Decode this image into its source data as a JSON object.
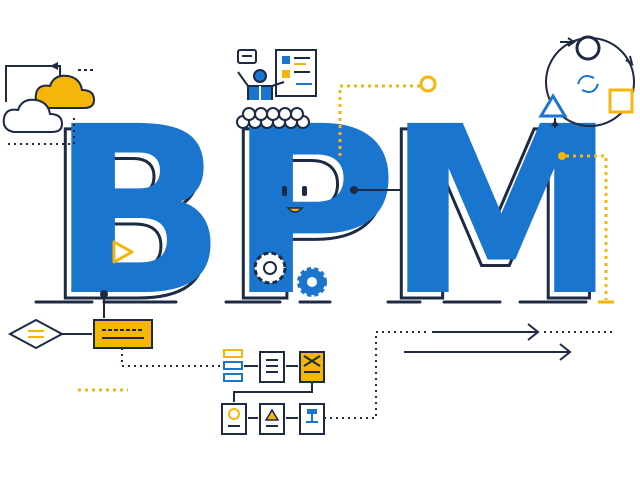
{
  "title": {
    "letters": [
      "B",
      "P",
      "M"
    ]
  },
  "colors": {
    "primary_blue": "#1a75cf",
    "dark_navy": "#1d2a44",
    "accent_yellow": "#f5b50a",
    "white": "#ffffff"
  },
  "icons": [
    "cloud-icon",
    "presenter-icon",
    "crowd-icon",
    "process-cycle-icon",
    "play-icon",
    "smiley-face-icon",
    "gears-icon",
    "decision-diamond-icon",
    "process-box-icon",
    "flowchart-steps-icon",
    "arrow-right-icon"
  ]
}
